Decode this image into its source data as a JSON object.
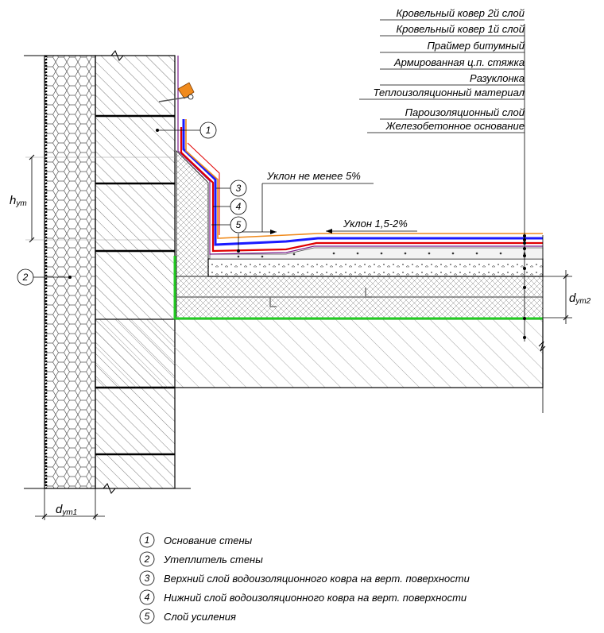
{
  "layer_labels": [
    "Кровельный ковер 2й слой",
    "Кровельный ковер 1й слой",
    "Праймер битумный",
    "Армированная ц.п. стяжка",
    "Разуклонка",
    "Теплоизоляционный материал",
    "Пароизоляционный слой",
    "Железобетонное основание"
  ],
  "slope_upper": "Уклон не менее 5%",
  "slope_lower": "Уклон 1,5-2%",
  "dim_h": {
    "main": "h",
    "sub": "ут"
  },
  "dim_d1": {
    "main": "d",
    "sub": "ут1"
  },
  "dim_d2": {
    "main": "d",
    "sub": "ут2"
  },
  "markers": [
    "1",
    "2",
    "3",
    "4",
    "5"
  ],
  "legend": [
    {
      "num": "1",
      "text": "Основание стены"
    },
    {
      "num": "2",
      "text": "Утеплитель стены"
    },
    {
      "num": "3",
      "text": "Верхний слой водоизоляционного ковра на верт. поверхности"
    },
    {
      "num": "4",
      "text": "Нижний слой водоизоляционного ковра на верт. поверхности"
    },
    {
      "num": "5",
      "text": "Слой усиления"
    }
  ],
  "colors": {
    "insulation_top": "#2e7d32",
    "vapor_barrier": "#22cc22",
    "roof_blue": "#1a1aff",
    "roof_red": "#e00000",
    "roof_orange": "#f08a1c",
    "roof_purple": "#7a1a8a"
  }
}
